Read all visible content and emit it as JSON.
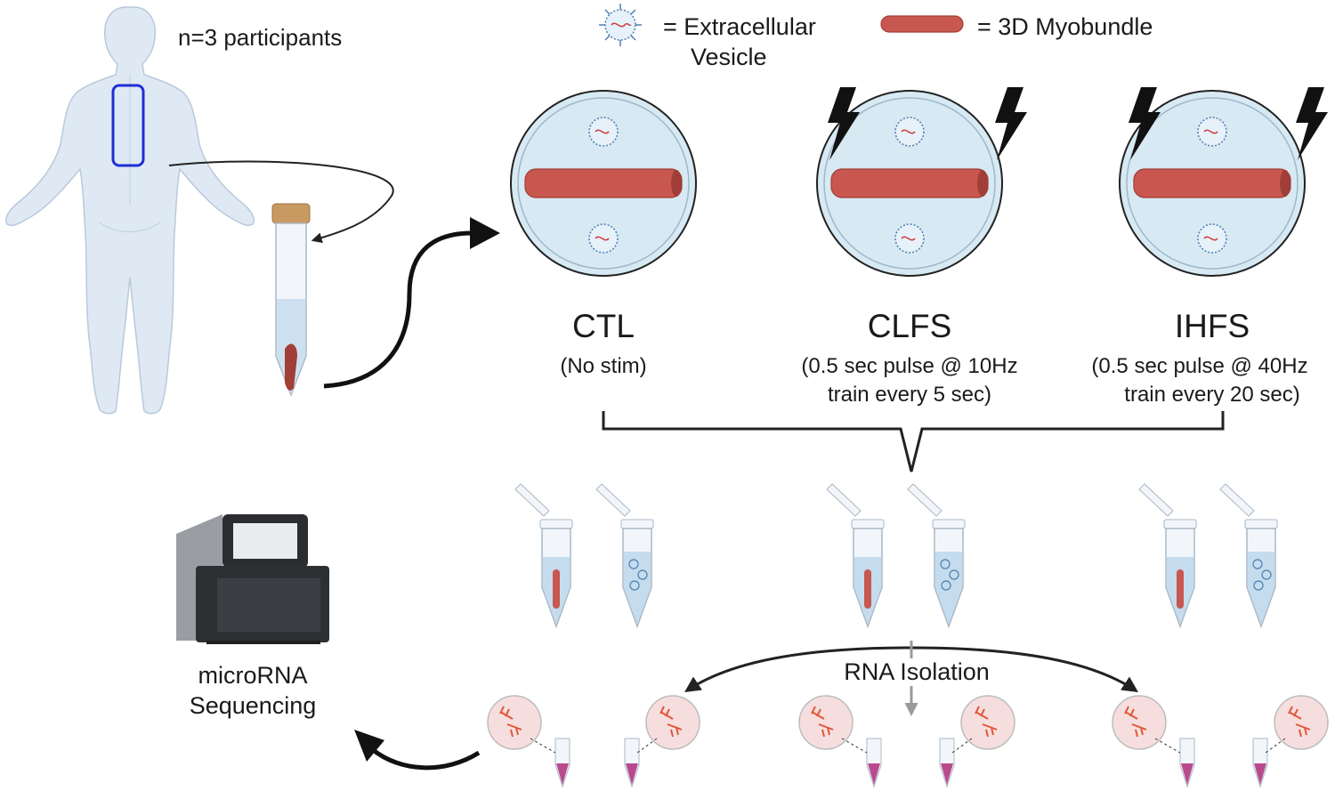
{
  "participants_label": "n=3 participants",
  "legend": {
    "vesicle_label_line1": "= Extracellular",
    "vesicle_label_line2": "Vesicle",
    "myobundle_label": "= 3D Myobundle"
  },
  "conditions": [
    {
      "name": "CTL",
      "desc_line1": "(No stim)",
      "desc_line2": ""
    },
    {
      "name": "CLFS",
      "desc_line1": "(0.5 sec pulse @ 10Hz",
      "desc_line2": "train every 5 sec)"
    },
    {
      "name": "IHFS",
      "desc_line1": "(0.5 sec pulse @ 40Hz",
      "desc_line2": "train every 20 sec)"
    }
  ],
  "rna_isolation_label": "RNA Isolation",
  "sequencing_label_line1": "microRNA",
  "sequencing_label_line2": "Sequencing",
  "colors": {
    "body": "#dfe9f4",
    "body_outline": "#b9c9db",
    "biopsy_box": "#1f2fd6",
    "dish_fill": "#d7e9f3",
    "muscle": "#c8574f",
    "muscle_dark": "#a13e38",
    "vesicle_blue": "#4b7fb2",
    "rna_red": "#d13a3a",
    "liquid": "#c4dced",
    "pink_liquid": "#b94a8e",
    "magnifier_fill": "#f7dede",
    "rna_orange": "#e0573a"
  }
}
